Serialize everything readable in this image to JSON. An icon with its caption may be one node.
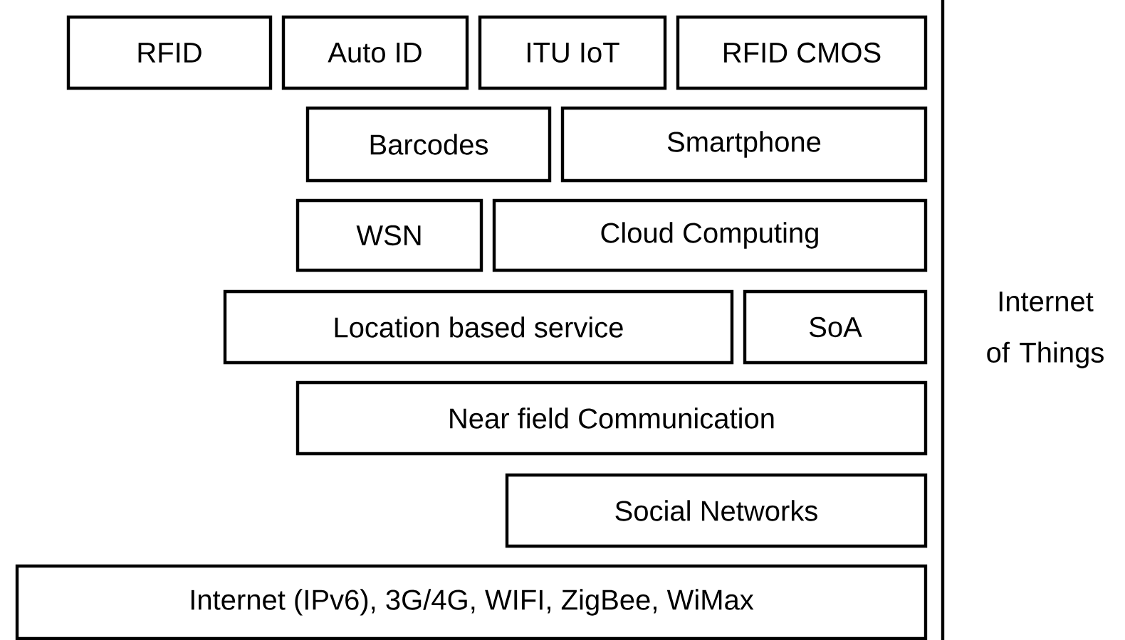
{
  "diagram": {
    "nodes": [
      {
        "text": [
          "RFID"
        ]
      },
      {
        "text": [
          "Auto ID"
        ]
      },
      {
        "text": [
          "ITU IoT"
        ]
      },
      {
        "text": [
          "RFID CMOS"
        ]
      },
      {
        "text": [
          "Barcodes"
        ]
      },
      {
        "text": [
          "Smartphone"
        ]
      },
      {
        "text": [
          "WSN"
        ]
      },
      {
        "text": [
          "Cloud Computing"
        ]
      },
      {
        "text": [
          "Location based service"
        ]
      },
      {
        "text": [
          "SoA"
        ]
      },
      {
        "text": [
          "Near field Communication"
        ]
      },
      {
        "text": [
          "Social Networks"
        ]
      },
      {
        "text": [
          "Internet (IPv6), 3G/4G, WIFI, ZigBee, WiMax"
        ]
      },
      {
        "text": [
          "Internet of Things"
        ]
      }
    ]
  }
}
